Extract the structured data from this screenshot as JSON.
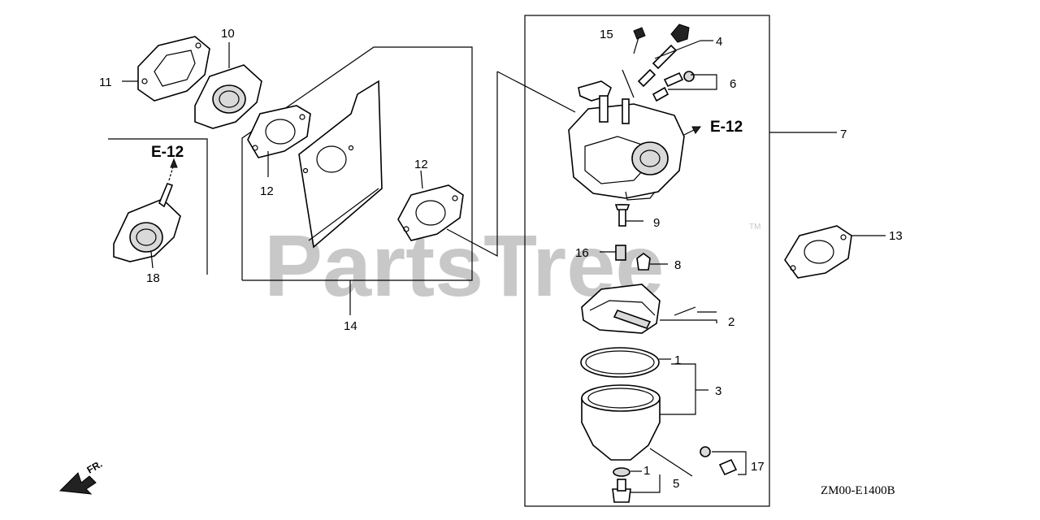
{
  "watermark": {
    "text": "PartsTree",
    "trademark": "TM"
  },
  "diagram_code": "ZM00-E1400B",
  "direction_label": "FR.",
  "references": {
    "left": "E-12",
    "right": "E-12"
  },
  "callouts": {
    "c1a": "1",
    "c1b": "1",
    "c2": "2",
    "c3": "3",
    "c4": "4",
    "c5": "5",
    "c6": "6",
    "c7": "7",
    "c8": "8",
    "c9": "9",
    "c10": "10",
    "c11": "11",
    "c12a": "12",
    "c12b": "12",
    "c13": "13",
    "c14": "14",
    "c15": "15",
    "c16": "16",
    "c17": "17",
    "c18": "18"
  },
  "colors": {
    "ink": "#000000",
    "watermark": "#c8c8c8",
    "background": "#ffffff"
  }
}
